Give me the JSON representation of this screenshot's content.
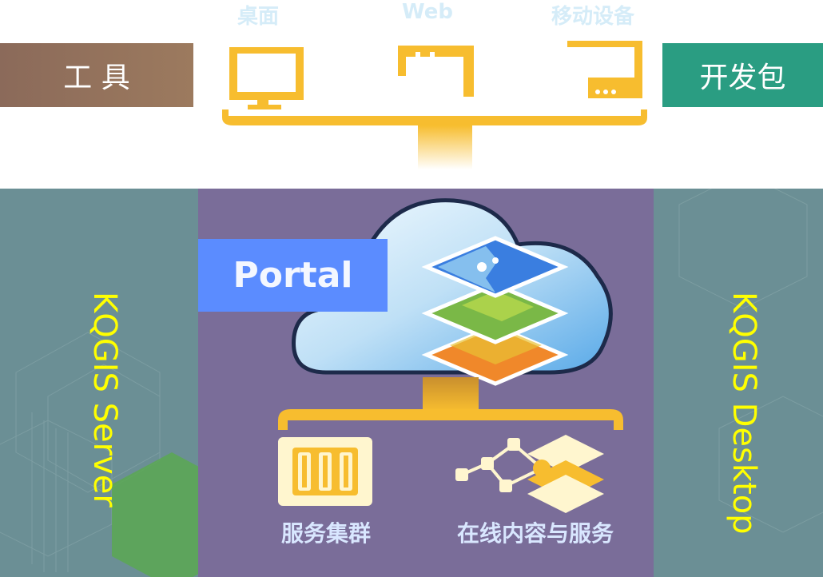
{
  "clients": {
    "desktop_label": "桌面",
    "web_label": "Web",
    "mobile_label": "移动设备"
  },
  "tools_label": "工 具",
  "sdk_label": "开发包",
  "portal_label": "Portal",
  "server_label": "KQGIS Server",
  "desktop_product_label": "KQGIS Desktop",
  "cluster_label": "服务集群",
  "online_label": "在线内容与服务",
  "colors": {
    "accent_yellow": "#f7bd2f",
    "center_purple": "#7a6d99",
    "side_teal": "#6b8f95",
    "portal_blue": "#5b8cff",
    "sdk_green": "#2a9d82",
    "tools_brown": "#8b6a5a"
  }
}
